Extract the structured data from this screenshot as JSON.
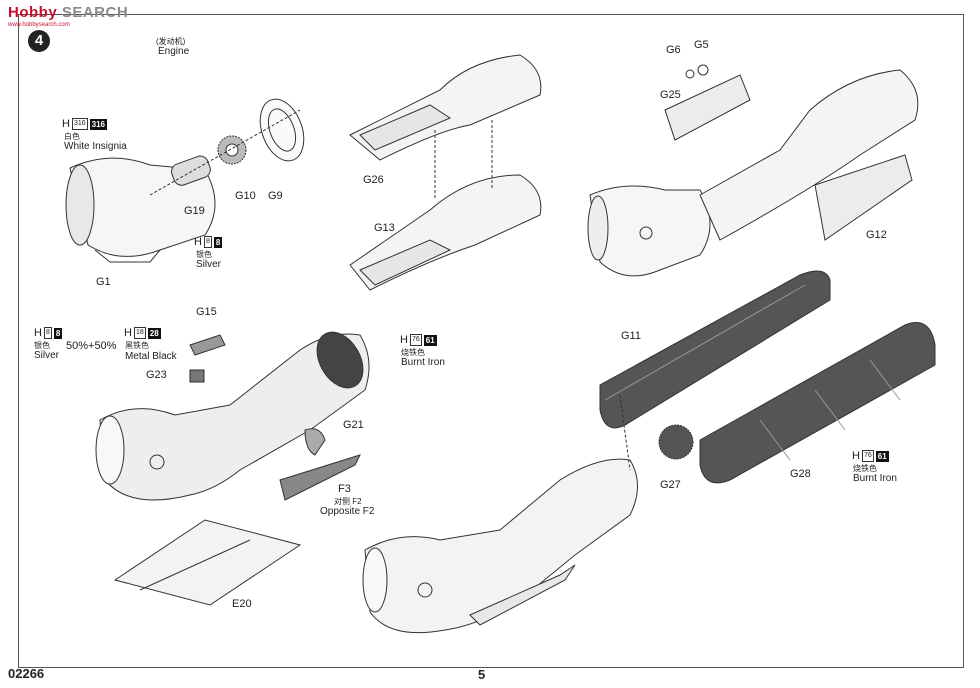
{
  "watermark": {
    "brand_a": "Hobby",
    "brand_b": "SEARCH",
    "sub": "www.hobbysearch.com"
  },
  "step_number": "4",
  "title": {
    "cn": "(发动机)",
    "en": "Engine"
  },
  "paints": [
    {
      "id": "white",
      "h": "H",
      "box": "316",
      "code": "316",
      "cn": "白色",
      "en": "White Insignia"
    },
    {
      "id": "silver1",
      "h": "H",
      "box": "8",
      "code": "8",
      "cn": "银色",
      "en": "Silver"
    },
    {
      "id": "silver2",
      "h": "H",
      "box": "8",
      "code": "8",
      "cn": "银色",
      "en": "Silver"
    },
    {
      "id": "metal-black",
      "h": "H",
      "box": "18",
      "code": "28",
      "cn": "黑铁色",
      "en": "Metal  Black"
    },
    {
      "id": "burnt1",
      "h": "H",
      "box": "76",
      "code": "61",
      "cn": "烧铁色",
      "en": "Burnt Iron"
    },
    {
      "id": "burnt2",
      "h": "H",
      "box": "76",
      "code": "61",
      "cn": "烧铁色",
      "en": "Burnt Iron"
    }
  ],
  "mix": "50%+50%",
  "parts": {
    "G1": "G1",
    "G19": "G19",
    "G10": "G10",
    "G9": "G9",
    "G26": "G26",
    "G13": "G13",
    "G6": "G6",
    "G5": "G5",
    "G25": "G25",
    "G12": "G12",
    "G15": "G15",
    "G23": "G23",
    "G21": "G21",
    "F3": "F3",
    "E20": "E20",
    "G11": "G11",
    "G27": "G27",
    "G28": "G28"
  },
  "f3_note": {
    "cn": "对侧 F2",
    "en": "Opposite F2"
  },
  "footer": {
    "code": "02266",
    "page": "5"
  },
  "colors": {
    "line": "#333333",
    "dark_fill": "#555555",
    "light_fill": "#f2f2f2"
  }
}
